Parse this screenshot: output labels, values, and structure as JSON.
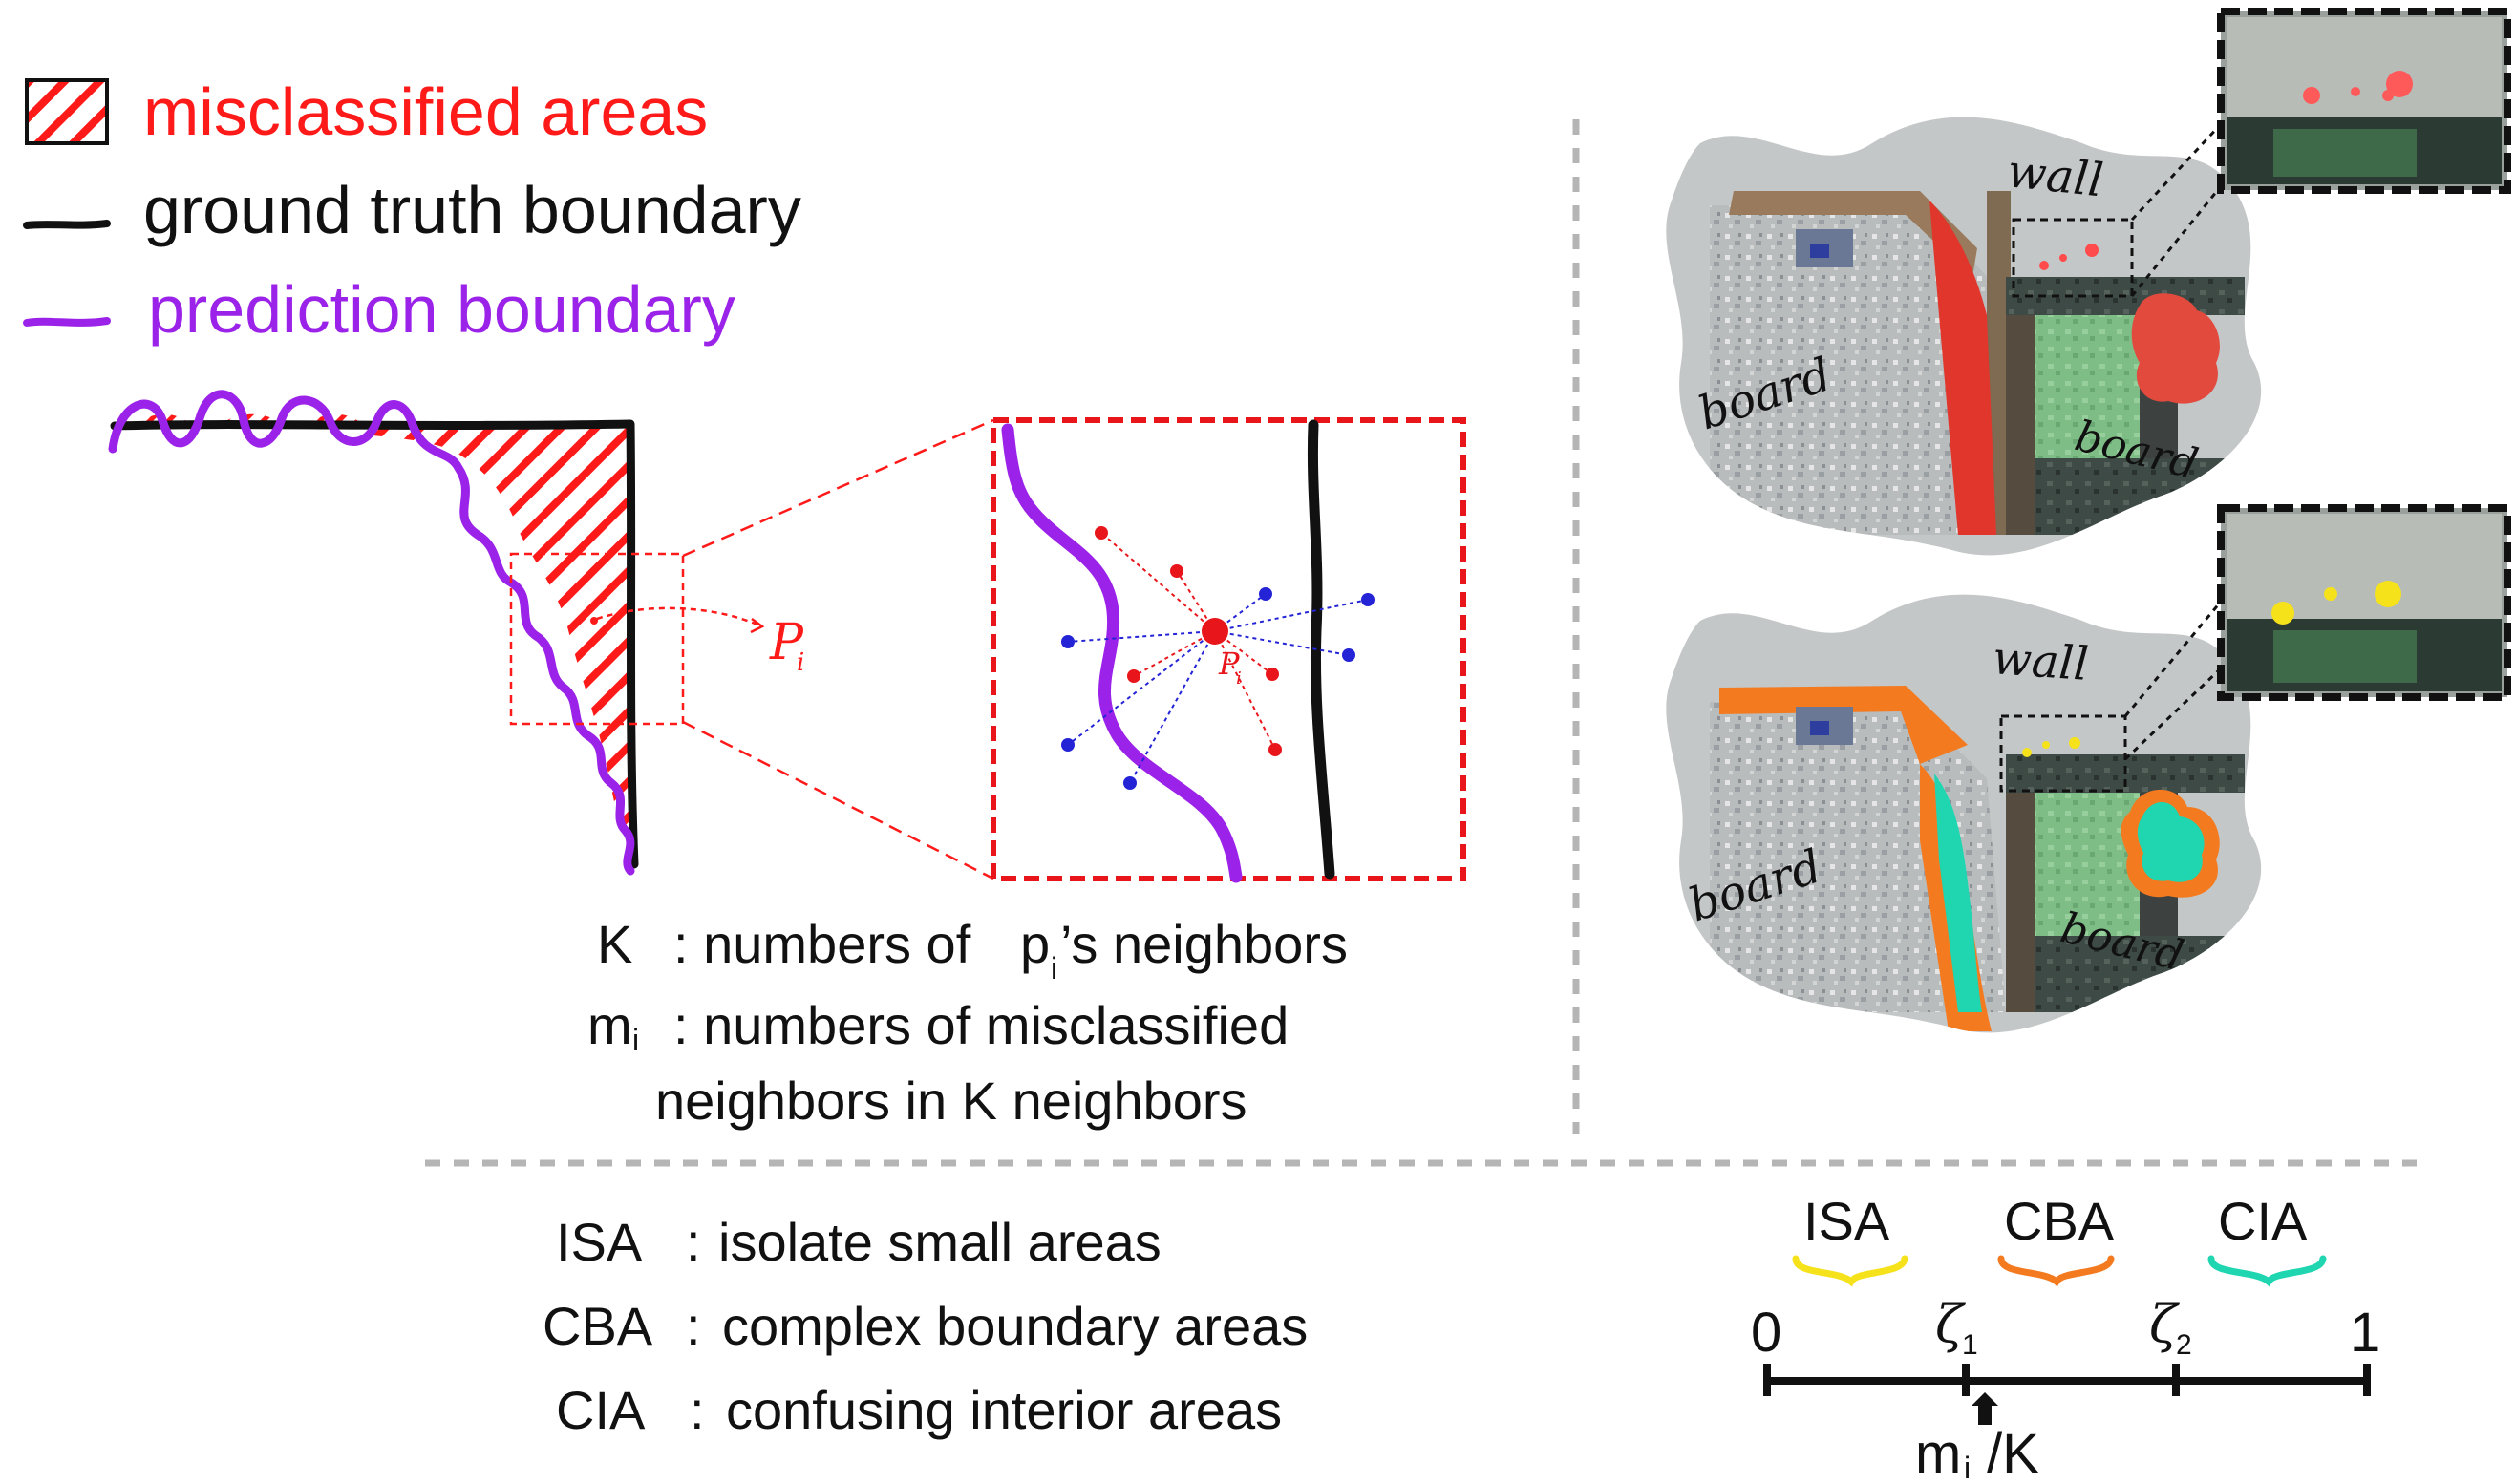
{
  "legend": {
    "misclassified": "misclassified areas",
    "ground_truth": "ground truth boundary",
    "prediction": "prediction boundary"
  },
  "point_label": "P",
  "point_subscript": "i",
  "definitions": {
    "k_term": "K",
    "k_text": ": numbers of",
    "k_point": "p",
    "k_point_sub": "i",
    "k_tail": "’s neighbors",
    "m_term": "m",
    "m_sub": "i",
    "m_text": ": numbers of misclassified",
    "m_text2": "neighbors in K neighbors"
  },
  "scene_labels": {
    "wall": "wall",
    "board": "board"
  },
  "area_types": [
    {
      "abbr": "ISA",
      "sep": ":",
      "desc": "isolate small areas",
      "color": "#f5e21b"
    },
    {
      "abbr": "CBA",
      "sep": ":",
      "desc": "complex boundary areas",
      "color": "#f47a1f"
    },
    {
      "abbr": "CIA",
      "sep": ":",
      "desc": "confusing interior areas",
      "color": "#1fd6b0"
    }
  ],
  "axis": {
    "start": "0",
    "end": "1",
    "zeta": "ζ",
    "zeta1_sub": "1",
    "zeta2_sub": "2",
    "label_main": "m",
    "label_sub": "i",
    "label_tail": "/K"
  },
  "colors": {
    "misclassified": "#ff1a1a",
    "ground_truth": "#111111",
    "prediction": "#9b22e8",
    "neighbor_red": "#e8161b",
    "neighbor_blue": "#2424d6",
    "divider": "#b5b5b5"
  }
}
